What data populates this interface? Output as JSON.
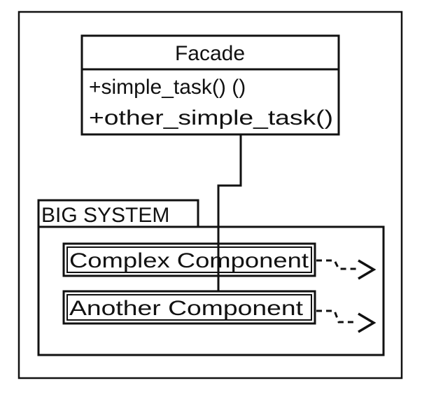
{
  "facade": {
    "title": "Facade",
    "methods": [
      "+simple_task() ()",
      "+other_simple_task()"
    ]
  },
  "system": {
    "label": "BIG SYSTEM",
    "components": [
      "Complex Component",
      "Another Component"
    ]
  },
  "colors": {
    "line": "#111111",
    "background": "#ffffff"
  }
}
